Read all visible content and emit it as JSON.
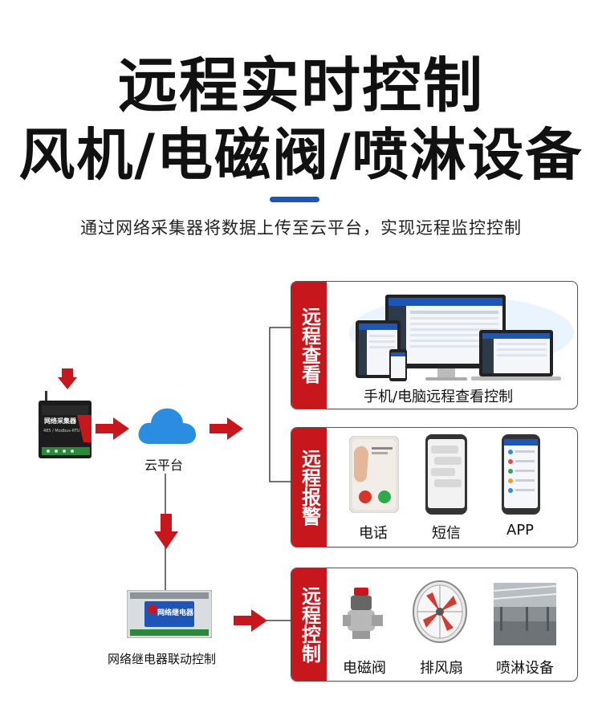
{
  "header": {
    "title_line1": "远程实时控制",
    "title_line2": "风机/电磁阀/喷淋设备",
    "subtitle": "通过网络采集器将数据上传至云平台，实现远程监控控制"
  },
  "nodes": {
    "collector": {
      "label_top": "网络采集器",
      "label_sub": "485 / Modbus-RTU"
    },
    "cloud": {
      "label": "云平台"
    },
    "relay": {
      "screen_text": "网络继电器",
      "label": "网络继电器联动控制"
    }
  },
  "panels": {
    "view": {
      "tab": "远程查看",
      "caption": "手机/电脑远程查看控制"
    },
    "alarm": {
      "tab": "远程报警",
      "items": [
        "电话",
        "短信",
        "APP"
      ]
    },
    "control": {
      "tab": "远程控制",
      "items": [
        "电磁阀",
        "排风扇",
        "喷淋设备"
      ]
    }
  },
  "colors": {
    "accent_red": "#c8161d",
    "accent_blue": "#1e56b8",
    "cloud_blue": "#2b8de0"
  }
}
